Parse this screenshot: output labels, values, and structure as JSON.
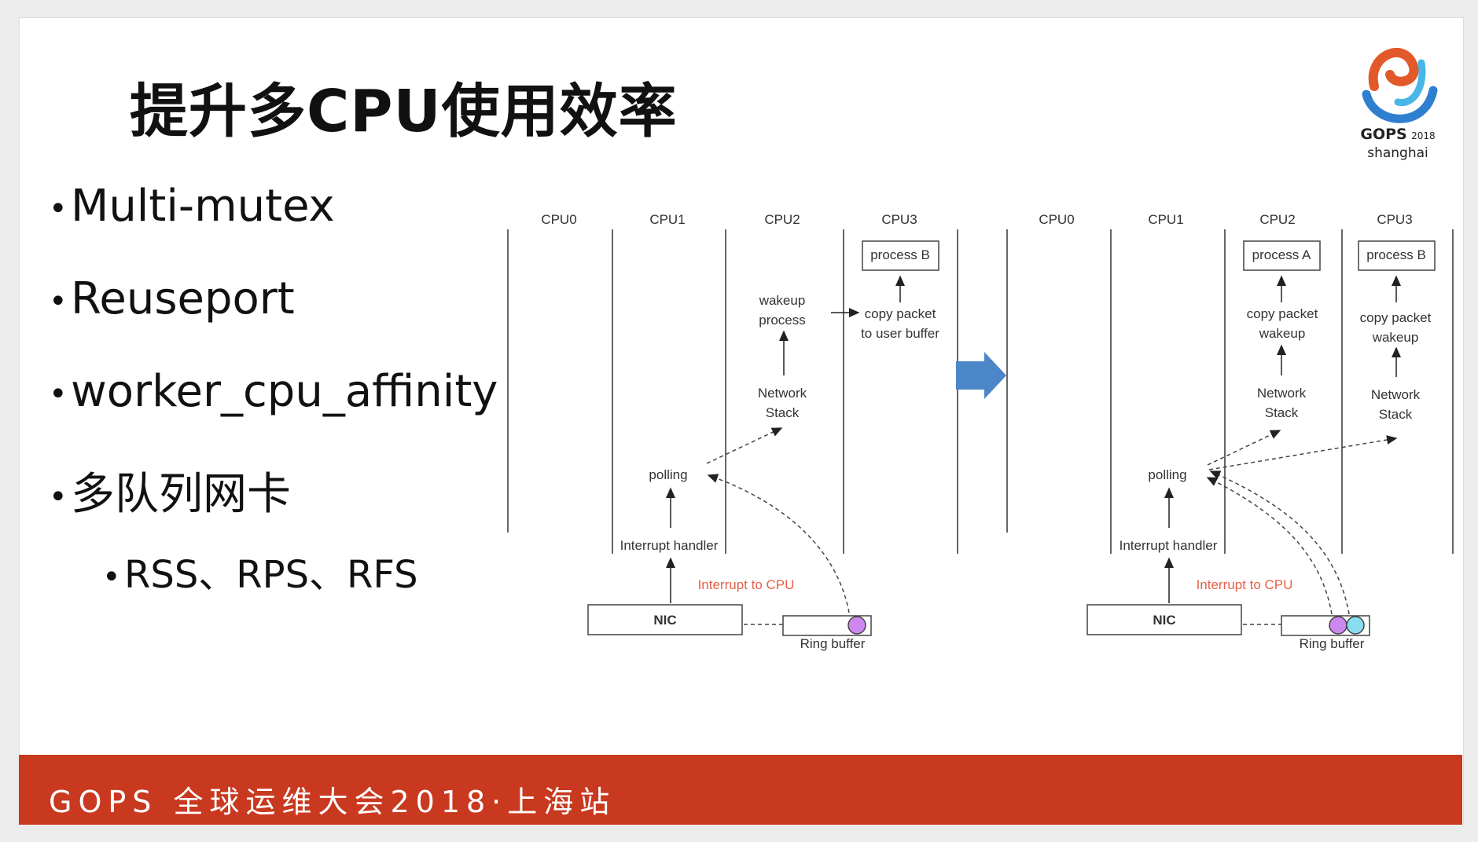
{
  "slide": {
    "title": "提升多CPU使用效率",
    "bullets": [
      {
        "text": "Multi-mutex"
      },
      {
        "text": "Reuseport"
      },
      {
        "text": "worker_cpu_affinity"
      },
      {
        "text": "多队列网卡"
      }
    ],
    "sub_bullet": "RSS、RPS、RFS",
    "bullet_glyph": "•",
    "logo": {
      "name": "GOPS",
      "year": "2018",
      "city": "shanghai"
    },
    "footer": "GOPS 全球运维大会2018·上海站"
  },
  "diagram": {
    "left": {
      "cpus": [
        "CPU0",
        "CPU1",
        "CPU2",
        "CPU3"
      ],
      "process_b": "process B",
      "wakeup_l1": "wakeup",
      "wakeup_l2": "process",
      "copy_l1": "copy packet",
      "copy_l2": "to user buffer",
      "network_l1": "Network",
      "network_l2": "Stack",
      "polling": "polling",
      "interrupt_handler": "Interrupt handler",
      "interrupt_to_cpu": "Interrupt to CPU",
      "nic": "NIC",
      "ring_buffer": "Ring buffer"
    },
    "right": {
      "cpus": [
        "CPU0",
        "CPU1",
        "CPU2",
        "CPU3"
      ],
      "process_a": "process A",
      "process_b": "process B",
      "copy_packet": "copy packet",
      "wakeup": "wakeup",
      "network_l1": "Network",
      "network_l2": "Stack",
      "polling": "polling",
      "interrupt_handler": "Interrupt handler",
      "interrupt_to_cpu": "Interrupt to CPU",
      "nic": "NIC",
      "ring_buffer": "Ring buffer"
    },
    "colors": {
      "interrupt": "#e8604a",
      "arrow": "#4a86c8",
      "ring_a": "#cc88ee",
      "ring_b": "#88ddee"
    }
  }
}
